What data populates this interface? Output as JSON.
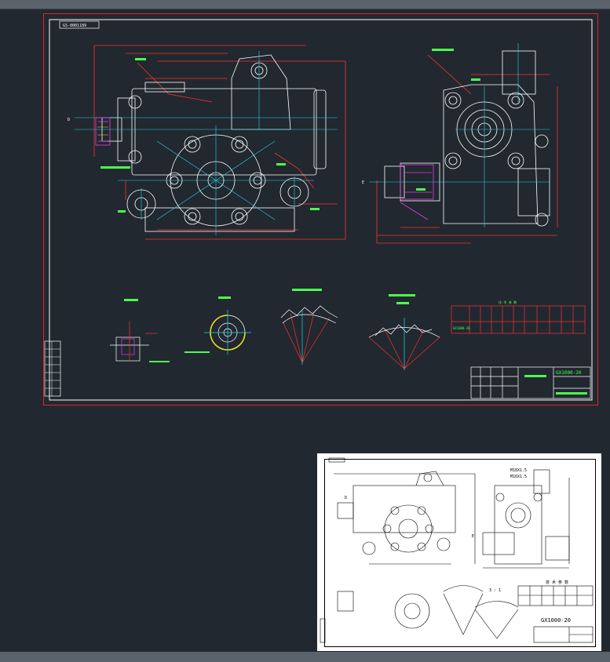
{
  "drawing": {
    "code_box": "GS-0001189",
    "part_number": "GX1000-20",
    "table_header": "技 术 参 数",
    "table_row": [
      "GX1000-20",
      "",
      "",
      "",
      "",
      "",
      "",
      ""
    ],
    "thumb_code": "GX1000-20",
    "thumb_note_left": "M18X1.5",
    "thumb_note_right": "M16X1.5",
    "thumb_table_header": "技 术 参 数",
    "thumb_scale": "3 : 1",
    "label_D": "D",
    "label_E": "E"
  },
  "colors": {
    "background": "#212830",
    "border_red": "#e02424",
    "line_white": "#ffffff",
    "line_red": "#ff3030",
    "line_cyan": "#27d4e6",
    "line_green": "#4cff4c",
    "line_magenta": "#e040e0",
    "line_yellow": "#f0e020"
  }
}
